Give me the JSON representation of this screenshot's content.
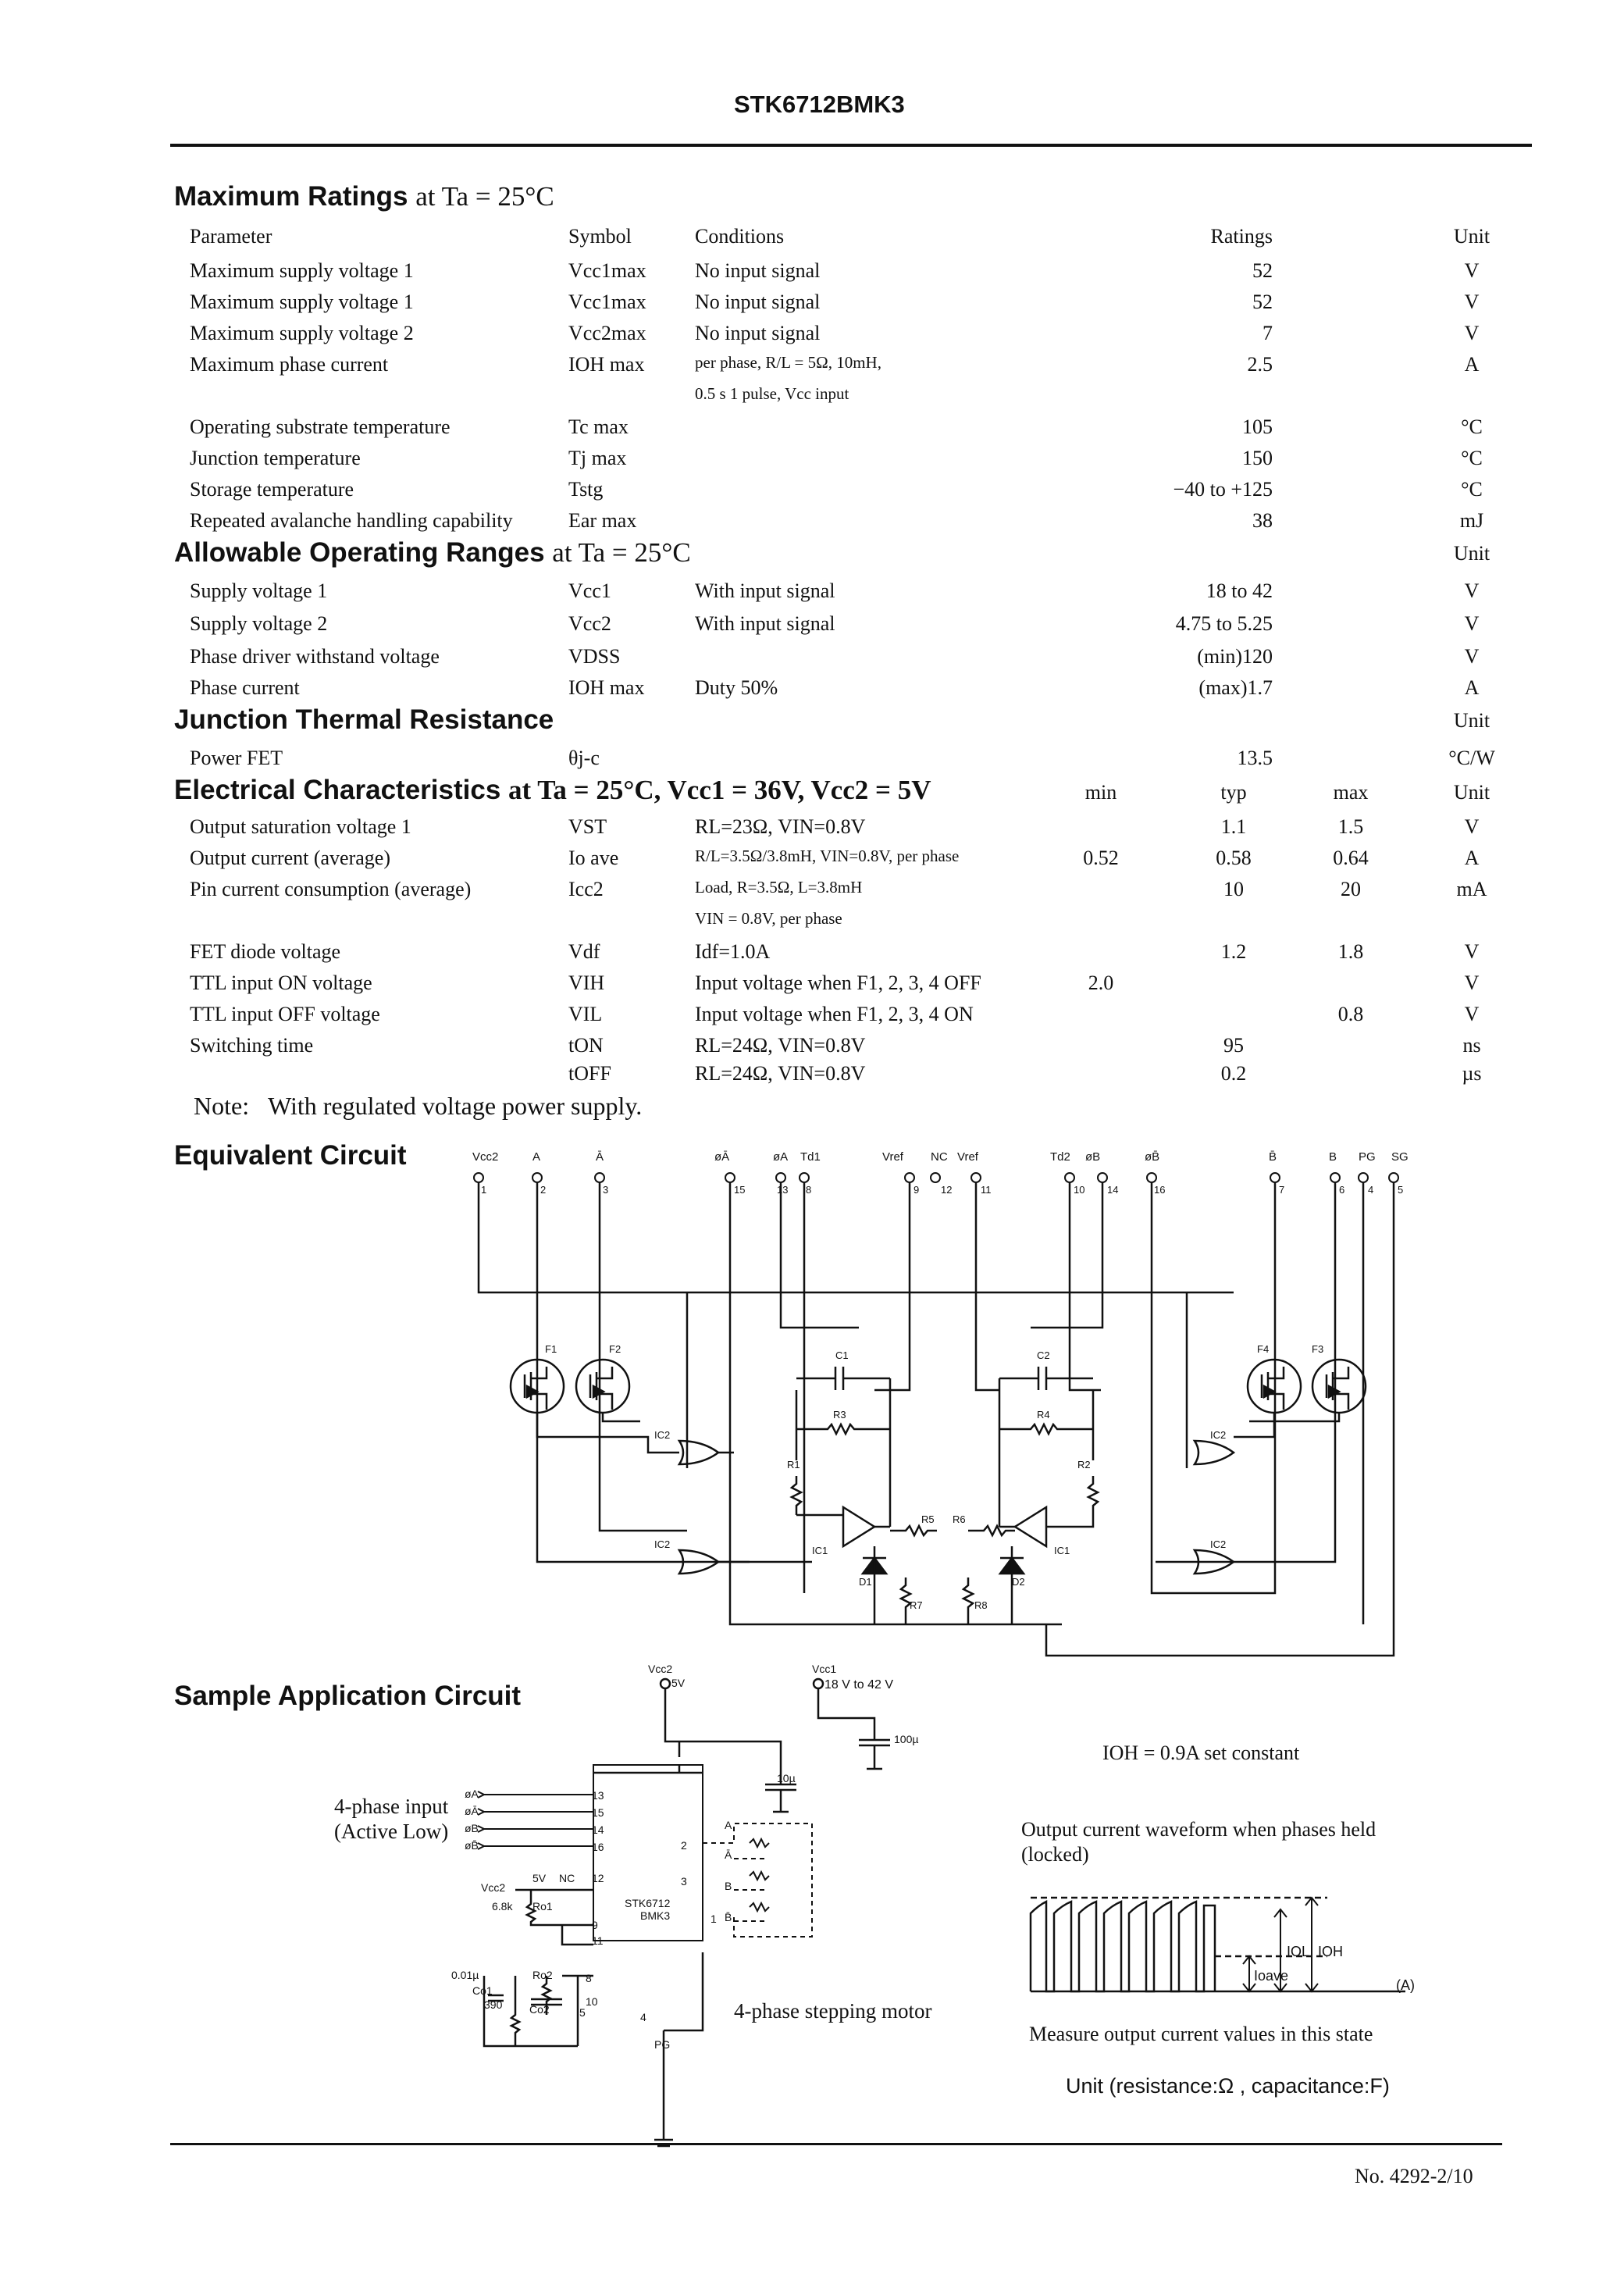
{
  "header": {
    "part_number": "STK6712BMK3"
  },
  "max_ratings": {
    "title": "Maximum Ratings",
    "cond": "at Ta = 25°C",
    "col_headers": {
      "parameter": "Parameter",
      "symbol": "Symbol",
      "conditions": "Conditions",
      "ratings": "Ratings",
      "unit": "Unit"
    },
    "rows": [
      {
        "param": "Maximum supply voltage 1",
        "sym": "Vcc1max",
        "cond": "No input signal",
        "val": "52",
        "unit": "V"
      },
      {
        "param": "Maximum supply voltage 1",
        "sym": "Vcc1max",
        "cond": "No input signal",
        "val": "52",
        "unit": "V"
      },
      {
        "param": "Maximum supply voltage 2",
        "sym": "Vcc2max",
        "cond": "No input signal",
        "val": "7",
        "unit": "V"
      },
      {
        "param": "Maximum phase current",
        "sym": "IOH max",
        "cond": "per phase, R/L = 5Ω, 10mH,",
        "cond2": "0.5 s 1 pulse, Vcc input",
        "val": "2.5",
        "unit": "A"
      },
      {
        "param": "Operating substrate temperature",
        "sym": "Tc max",
        "cond": "",
        "val": "105",
        "unit": "°C"
      },
      {
        "param": "Junction temperature",
        "sym": "Tj max",
        "cond": "",
        "val": "150",
        "unit": "°C"
      },
      {
        "param": "Storage temperature",
        "sym": "Tstg",
        "cond": "",
        "val": "−40 to +125",
        "unit": "°C"
      },
      {
        "param": "Repeated avalanche handling capability",
        "sym": "Ear max",
        "cond": "",
        "val": "38",
        "unit": "mJ"
      }
    ]
  },
  "op_ranges": {
    "title": "Allowable Operating Ranges",
    "cond": "at Ta = 25°C",
    "unit_header": "Unit",
    "rows": [
      {
        "param": "Supply voltage 1",
        "sym": "Vcc1",
        "cond": "With input signal",
        "val": "18 to 42",
        "unit": "V"
      },
      {
        "param": "Supply voltage 2",
        "sym": "Vcc2",
        "cond": "With input signal",
        "val": "4.75 to 5.25",
        "unit": "V"
      },
      {
        "param": "Phase driver withstand voltage",
        "sym": "VDSS",
        "cond": "",
        "val": "(min)120",
        "unit": "V"
      },
      {
        "param": "Phase current",
        "sym": "IOH max",
        "cond": "Duty 50%",
        "val": "(max)1.7",
        "unit": "A"
      }
    ]
  },
  "thermal": {
    "title": "Junction Thermal Resistance",
    "unit_header": "Unit",
    "rows": [
      {
        "param": "Power FET",
        "sym": "θj-c",
        "val": "13.5",
        "unit": "°C/W"
      }
    ]
  },
  "elec": {
    "title": "Electrical Characteristics",
    "cond": "at Ta = 25°C, Vcc1 = 36V, Vcc2 = 5V",
    "col_headers": {
      "min": "min",
      "typ": "typ",
      "max": "max",
      "unit": "Unit"
    },
    "rows": [
      {
        "param": "Output saturation voltage 1",
        "sym": "VST",
        "cond": "RL=23Ω, VIN=0.8V",
        "min": "",
        "typ": "1.1",
        "max": "1.5",
        "unit": "V"
      },
      {
        "param": "Output current (average)",
        "sym": "Io ave",
        "cond": "R/L=3.5Ω/3.8mH, VIN=0.8V, per phase",
        "min": "0.52",
        "typ": "0.58",
        "max": "0.64",
        "unit": "A"
      },
      {
        "param": "Pin current consumption (average)",
        "sym": "Icc2",
        "cond": "Load, R=3.5Ω, L=3.8mH",
        "cond2": "VIN = 0.8V, per phase",
        "min": "",
        "typ": "10",
        "max": "20",
        "unit": "mA"
      },
      {
        "param": "FET diode voltage",
        "sym": "Vdf",
        "cond": "Idf=1.0A",
        "min": "",
        "typ": "1.2",
        "max": "1.8",
        "unit": "V"
      },
      {
        "param": "TTL input ON voltage",
        "sym": "VIH",
        "cond": "Input voltage when F1, 2, 3, 4 OFF",
        "min": "2.0",
        "typ": "",
        "max": "",
        "unit": "V"
      },
      {
        "param": "TTL input OFF voltage",
        "sym": "VIL",
        "cond": "Input voltage when F1, 2, 3, 4 ON",
        "min": "",
        "typ": "",
        "max": "0.8",
        "unit": "V"
      },
      {
        "param": "Switching time",
        "sym": "tON",
        "cond": "RL=24Ω, VIN=0.8V",
        "min": "",
        "typ": "95",
        "max": "",
        "unit": "ns"
      },
      {
        "param": "",
        "sym": "tOFF",
        "cond": "RL=24Ω, VIN=0.8V",
        "min": "",
        "typ": "0.2",
        "max": "",
        "unit": "µs"
      }
    ],
    "note_label": "Note:",
    "note_text": "With regulated voltage power supply."
  },
  "equiv": {
    "title": "Equivalent Circuit",
    "pins": [
      {
        "label": "Vcc2",
        "num": "1"
      },
      {
        "label": "A",
        "num": "2"
      },
      {
        "label": "Ā",
        "num": "3"
      },
      {
        "label": "øĀ",
        "num": "15"
      },
      {
        "label": "øA",
        "num": "13"
      },
      {
        "label": "Td1",
        "num": "8"
      },
      {
        "label": "Vref",
        "num": "9"
      },
      {
        "label": "NC",
        "num": "12"
      },
      {
        "label": "Vref",
        "num": "11"
      },
      {
        "label": "Td2",
        "num": "10"
      },
      {
        "label": "øB",
        "num": "14"
      },
      {
        "label": "øB̄",
        "num": "16"
      },
      {
        "label": "B̄",
        "num": "7"
      },
      {
        "label": "B",
        "num": "6"
      },
      {
        "label": "PG",
        "num": "4"
      },
      {
        "label": "SG",
        "num": "5"
      }
    ],
    "labels": {
      "f1": "F1",
      "f2": "F2",
      "f3": "F3",
      "f4": "F4",
      "c1": "C1",
      "c2": "C2",
      "r1": "R1",
      "r2": "R2",
      "r3": "R3",
      "r4": "R4",
      "r5": "R5",
      "r6": "R6",
      "r7": "R7",
      "r8": "R8",
      "ic1": "IC1",
      "ic2": "IC2",
      "d1": "D1",
      "d2": "D2"
    }
  },
  "sample": {
    "title": "Sample Application Circuit",
    "vcc2": "Vcc2",
    "vcc2_v": "5V",
    "vcc1": "Vcc1",
    "vcc1_v": "18 V to 42 V",
    "c100": "100µ",
    "c10": "10µ",
    "input_label_1": "4-phase input",
    "input_label_2": "(Active Low)",
    "in_a": "øA",
    "in_abar": "øĀ",
    "in_b": "øB",
    "in_bbar": "øB̄",
    "pin13": "13",
    "pin15": "15",
    "pin14": "14",
    "pin16": "16",
    "pin12": "12",
    "pin9": "9",
    "pin11": "11",
    "pin8": "8",
    "pin10": "10",
    "pin5": "5",
    "pin4": "4",
    "pin2": "2",
    "pin3": "3",
    "pin1": "1",
    "nc": "NC",
    "v5": "5V",
    "vcc2b": "Vcc2",
    "r68k": "6.8k",
    "ro1": "Ro1",
    "ro2": "Ro2",
    "c001": "0.01µ",
    "co1": "Co1",
    "co2": "Co2",
    "r390": "390",
    "pg": "PG",
    "chip_1": "STK6712",
    "chip_2": "BMK3",
    "wa": "A",
    "wabar": "Ā",
    "wb": "B",
    "wbbar": "B̄",
    "motor": "4-phase stepping motor",
    "ioh_note": "IOH = 0.9A set constant",
    "wave_title_1": "Output current waveform when phases held",
    "wave_title_2": "(locked)",
    "iol": "IOL",
    "ioh": "IOH",
    "ioave": "Ioave",
    "amp": "(A)",
    "measure": "Measure output current values in this state",
    "unit_note": "Unit (resistance:Ω , capacitance:F)"
  },
  "footer": {
    "page": "No. 4292-2/10"
  }
}
